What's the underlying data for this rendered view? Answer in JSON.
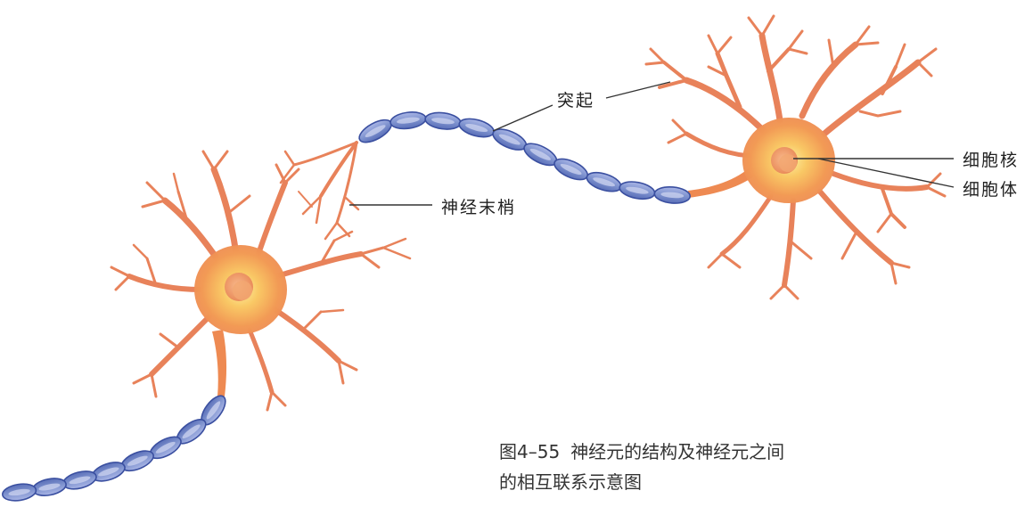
{
  "labels": {
    "process": "突起",
    "nerve_ending": "神经末梢",
    "nucleus": "细胞核",
    "cell_body": "细胞体"
  },
  "caption": {
    "figure_number": "图4–55",
    "line1": "神经元的结构及神经元之间",
    "line2": "的相互联系示意图"
  },
  "colors": {
    "myelin": "#7f93cf",
    "myelin_stroke": "#3a4fa0",
    "dendrite": "#e8825a",
    "cell_body_center": "#fbe27a",
    "cell_body_edge": "#f08a4e",
    "leader_line": "#333333"
  }
}
